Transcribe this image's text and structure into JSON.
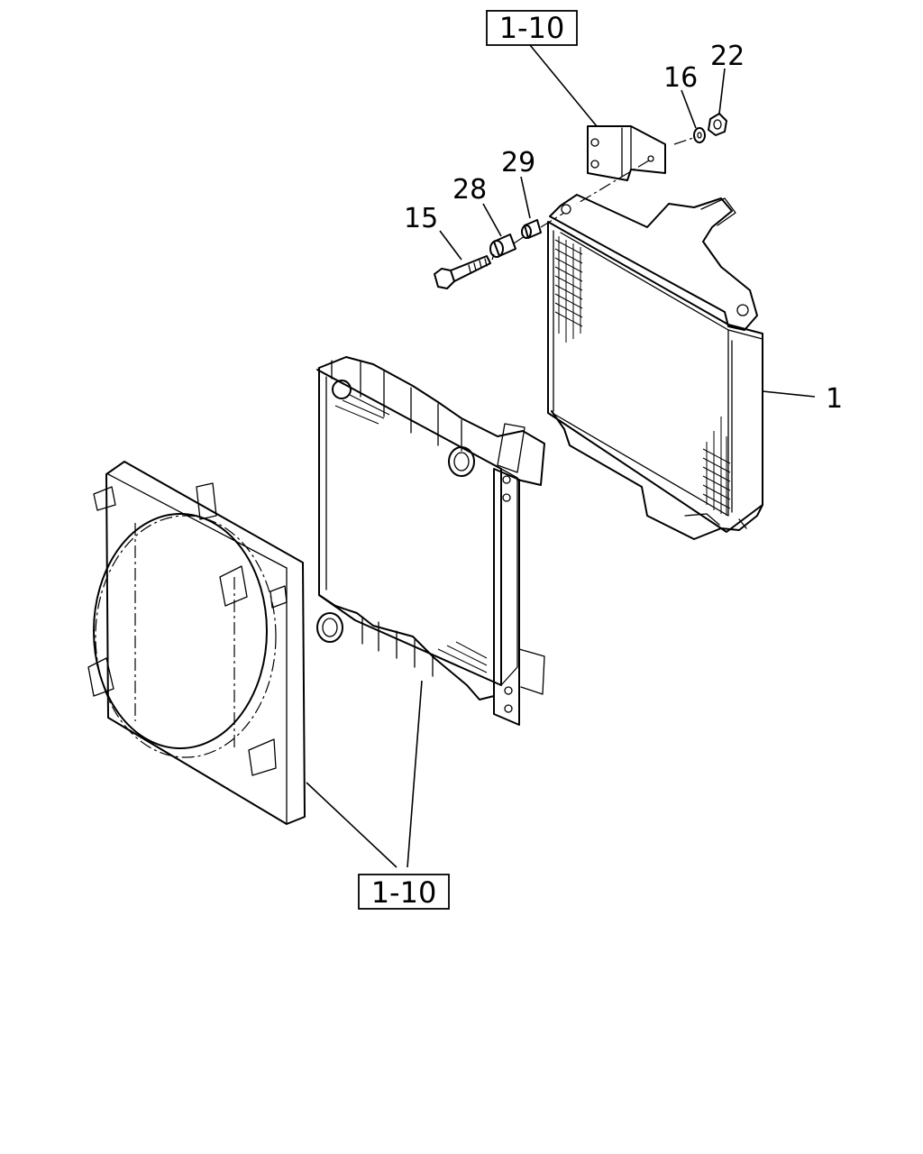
{
  "callouts": {
    "c1": "1",
    "c15": "15",
    "c16": "16",
    "c22": "22",
    "c28": "28",
    "c29": "29"
  },
  "references": {
    "top": "1-10",
    "bottom": "1-10"
  }
}
